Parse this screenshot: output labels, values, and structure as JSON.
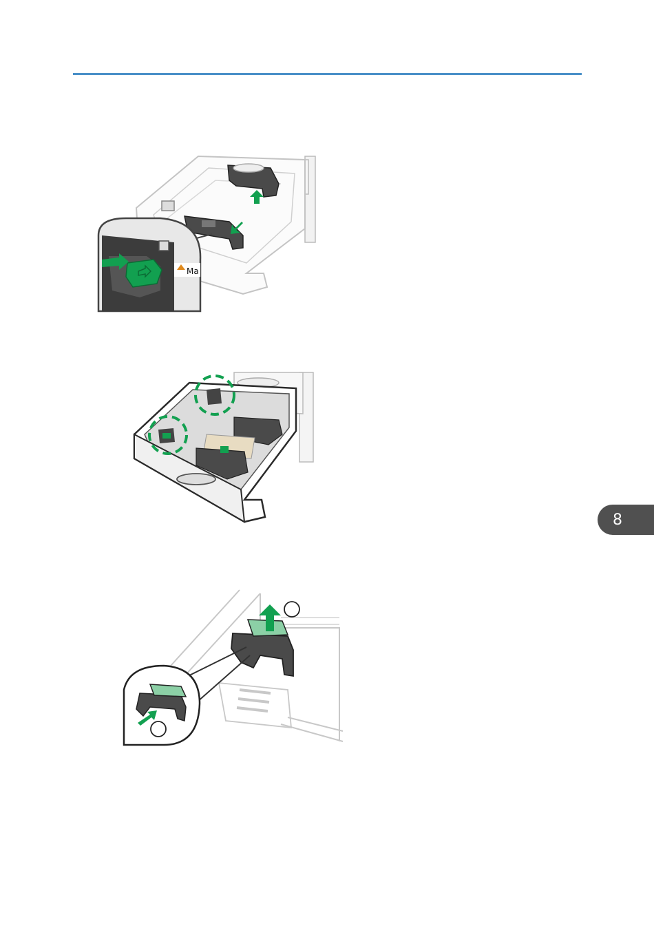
{
  "page": {
    "chapter_tab": "8",
    "accent_color": "#4a90c8",
    "highlight_color": "#12a050"
  },
  "illustrations": [
    {
      "id": "tray-side-fence-release",
      "inset_label": "Ma"
    },
    {
      "id": "tray-end-fence-lever"
    },
    {
      "id": "tray-end-fence-lift"
    }
  ]
}
